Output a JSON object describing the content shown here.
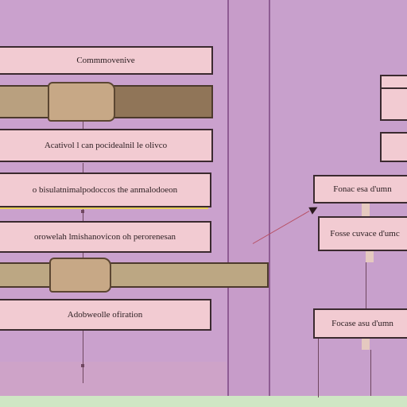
{
  "flowchart": {
    "left_boxes": [
      {
        "label": "Commmovenive"
      },
      {
        "label": "Acativol l can pocidealnil le olivco"
      },
      {
        "label": "o bisulatnimalpodoccos the anmalodoeon"
      },
      {
        "label": "orowelah lmishanovicon oh perorenesan"
      },
      {
        "label": "Adobweolle ofiration"
      }
    ],
    "right_boxes": [
      {
        "label": ""
      },
      {
        "label": ""
      },
      {
        "label": "Fonac esa d'umn"
      },
      {
        "label": "Fosse cuvace d'umc"
      },
      {
        "label": "Focase asu d'umn"
      }
    ]
  },
  "colors": {
    "background": "#c79cc9",
    "box_fill": "#f2cbd2",
    "beam": "#b9a07f",
    "ground": "#cfe6c4"
  }
}
